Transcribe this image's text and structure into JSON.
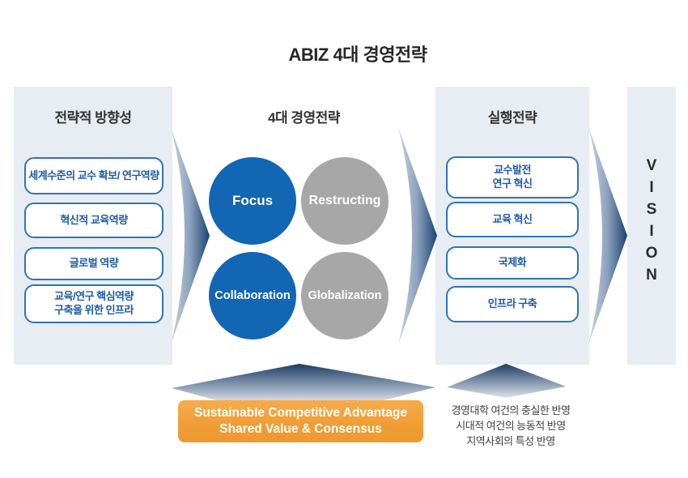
{
  "title": "ABIZ 4대 경영전략",
  "left_panel": {
    "header": "전략적 방향성",
    "items": [
      "세계수준의 교수 확보/ 연구역량",
      "혁신적 교육역량",
      "글로벌 역량",
      "교육/연구 핵심역량\n구축을 위한 인프라"
    ]
  },
  "center": {
    "header": "4대 경영전략",
    "circles": [
      {
        "label": "Focus",
        "color": "#1266b4"
      },
      {
        "label": "Restructing",
        "color": "#a7a7a7"
      },
      {
        "label": "Collaboration",
        "color": "#1266b4"
      },
      {
        "label": "Globalization",
        "color": "#a7a7a7"
      }
    ]
  },
  "right_panel": {
    "header": "실행전략",
    "items": [
      "교수발전\n연구 혁신",
      "교육 혁신",
      "국제화",
      "인프라 구축"
    ]
  },
  "vision": {
    "label": "VISION",
    "letters": [
      "V",
      "I",
      "S",
      "I",
      "O",
      "N"
    ]
  },
  "bottom": {
    "banner_line1": "Sustainable Competitive Advantage",
    "banner_line2": "Shared Value & Consensus",
    "notes": [
      "경영대학 여건의 충실한 반영",
      "시대적 여건의 능동적 반영",
      "지역사회의 특성 반영"
    ]
  },
  "colors": {
    "panel_bg": "#e8edf4",
    "box_border": "#2e75b6",
    "box_text": "#1d5ba6",
    "circle_blue": "#1266b4",
    "circle_gray": "#a7a7a7",
    "banner_orange": "#f09d36",
    "arrow_dark": "#1c4271",
    "arrow_light": "#ccd4de"
  }
}
